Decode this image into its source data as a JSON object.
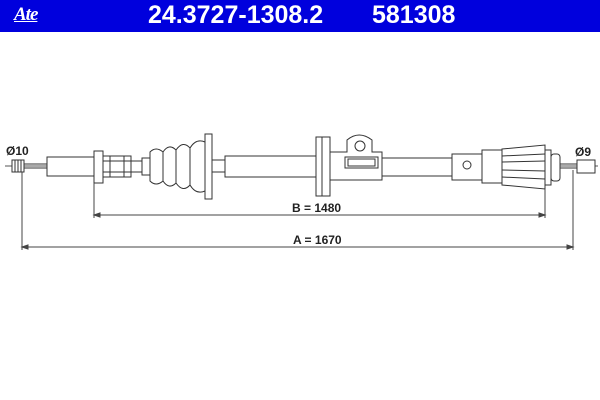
{
  "header": {
    "brand": "Ate",
    "part_number": "24.3727-1308.2",
    "code": "581308",
    "background_color": "#0000dd"
  },
  "drawing": {
    "left_diameter": "Ø10",
    "right_diameter": "Ø9",
    "dimension_b": "B = 1480",
    "dimension_a": "A = 1670"
  }
}
